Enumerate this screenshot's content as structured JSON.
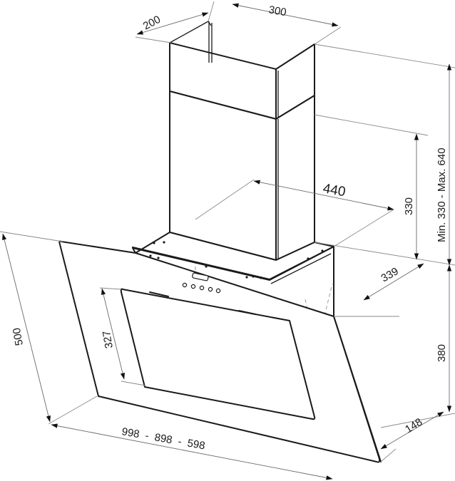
{
  "drawing": {
    "title": "Inclined chimney cooker hood - dimension drawing",
    "units": "mm",
    "line_color": "#1a1a1a",
    "dimension_color": "#6a6a6a",
    "background": "#ffffff"
  },
  "dimensions": {
    "chimney_depth": "200",
    "chimney_width": "300",
    "chimney_height_range": "Min. 330 - Max. 640",
    "lower_chimney_height": "330",
    "body_width": "440",
    "body_depth": "339",
    "body_height": "380",
    "panel_height": "500",
    "glass_height": "327",
    "hood_widths": "998  -  898  -  598",
    "bottom_depth": "148"
  },
  "control_panel": {
    "display_icon": "display-window",
    "buttons_count": 5,
    "button_icon": "round-push-button"
  }
}
